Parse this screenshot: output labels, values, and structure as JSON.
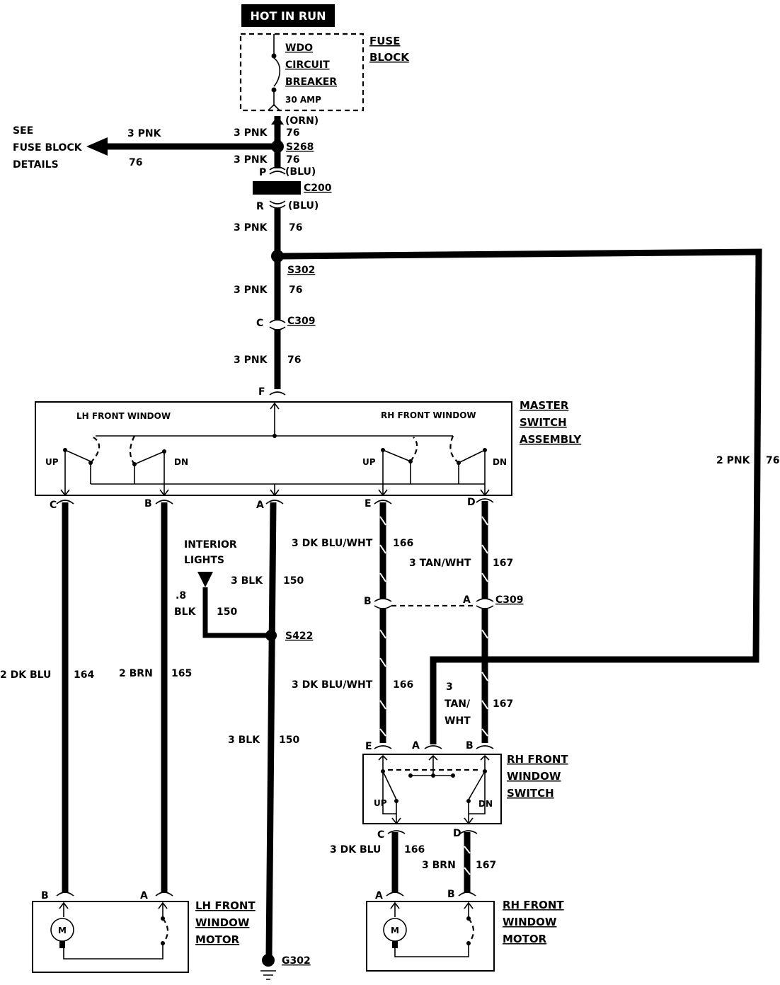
{
  "header": {
    "hot_label": "HOT IN RUN"
  },
  "fuse_block": {
    "title_line1": "FUSE",
    "title_line2": "BLOCK",
    "breaker_line1": "WDO",
    "breaker_line2": "CIRCUIT",
    "breaker_line3": "BREAKER",
    "rating": "30 AMP",
    "terminal_color": "(ORN)"
  },
  "see_fuse_block": {
    "line1": "SEE",
    "line2": "FUSE BLOCK",
    "line3": "DETAILS",
    "wire": "3 PNK",
    "circuit": "76"
  },
  "splices": {
    "s268": "S268",
    "s302": "S302",
    "s422": "S422"
  },
  "connectors": {
    "c200": "C200",
    "c200_top_pin": "P",
    "c200_top_color": "(BLU)",
    "c200_bottom_pin": "R",
    "c200_bottom_color": "(BLU)",
    "c309": "C309",
    "c309_pin": "C",
    "c309_lower": "C309",
    "c309_lower_pin_b": "B",
    "c309_lower_pin_a": "A"
  },
  "main_feed": {
    "wire": "3 PNK",
    "circuit": "76"
  },
  "crossover": {
    "wire": "2 PNK",
    "circuit": "76"
  },
  "master_switch": {
    "title_line1": "MASTER",
    "title_line2": "SWITCH",
    "title_line3": "ASSEMBLY",
    "lh_label": "LH FRONT WINDOW",
    "rh_label": "RH FRONT WINDOW",
    "up": "UP",
    "dn": "DN",
    "pin_f": "F",
    "pin_c": "C",
    "pin_b": "B",
    "pin_a": "A",
    "pin_e": "E",
    "pin_d": "D"
  },
  "wires": {
    "lh_up": {
      "wire": "2 DK BLU",
      "circuit": "164"
    },
    "lh_dn": {
      "wire": "2 BRN",
      "circuit": "165"
    },
    "ground_upper": {
      "wire": "3 BLK",
      "circuit": "150"
    },
    "ground_lower": {
      "wire": "3 BLK",
      "circuit": "150"
    },
    "interior": {
      "line1": "INTERIOR",
      "line2": "LIGHTS",
      "gauge": ".8",
      "color": "BLK",
      "circuit": "150"
    },
    "rh_up_upper": {
      "wire": "3 DK BLU/WHT",
      "circuit": "166"
    },
    "rh_dn_upper": {
      "wire": "3 TAN/WHT",
      "circuit": "167"
    },
    "rh_up_lower": {
      "wire": "3 DK BLU/WHT",
      "circuit": "166"
    },
    "rh_dn_lower_l1": "3",
    "rh_dn_lower_l2": "TAN/",
    "rh_dn_lower_l3": "WHT",
    "rh_dn_lower_circuit": "167",
    "rh_motor_up": {
      "wire": "3 DK BLU",
      "circuit": "166"
    },
    "rh_motor_dn": {
      "wire": "3 BRN",
      "circuit": "167"
    }
  },
  "rh_switch": {
    "title_line1": "RH FRONT",
    "title_line2": "WINDOW",
    "title_line3": "SWITCH",
    "up": "UP",
    "dn": "DN",
    "pin_e": "E",
    "pin_a": "A",
    "pin_b": "B",
    "pin_c": "C",
    "pin_d": "D"
  },
  "lh_motor": {
    "title_line1": "LH FRONT",
    "title_line2": "WINDOW",
    "title_line3": "MOTOR",
    "pin_b": "B",
    "pin_a": "A",
    "m": "M"
  },
  "rh_motor": {
    "title_line1": "RH FRONT",
    "title_line2": "WINDOW",
    "title_line3": "MOTOR",
    "pin_a": "A",
    "pin_b": "B",
    "m": "M"
  },
  "ground": {
    "label": "G302"
  }
}
